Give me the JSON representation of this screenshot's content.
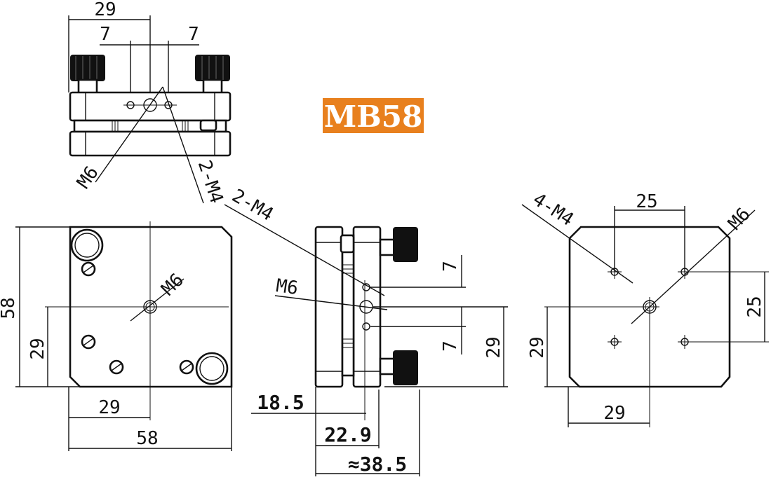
{
  "title": "MB58",
  "colors": {
    "badge": "#e8801e",
    "line": "#111111"
  },
  "top_view": {
    "width_dim": "29",
    "offset_left": "7",
    "offset_right": "7",
    "center_thread": "M6",
    "side_threads": "2-M4"
  },
  "front_view": {
    "height": "58",
    "half_height": "29",
    "half_width": "29",
    "width": "58",
    "center_thread": "M6"
  },
  "side_view": {
    "side_threads": "2-M4",
    "center_thread": "M6",
    "spacing_top": "7",
    "spacing_bottom": "7",
    "height_29": "29",
    "depth_1": "18.5",
    "depth_2": "22.9",
    "depth_total": "≈38.5"
  },
  "back_view": {
    "corner_threads": "4-M4",
    "center_thread": "M6",
    "hole_spacing_h": "25",
    "hole_spacing_v": "25",
    "height_29": "29",
    "width_29": "29"
  }
}
